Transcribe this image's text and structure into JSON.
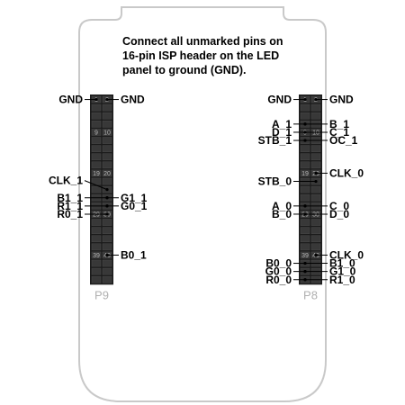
{
  "note": {
    "lines": [
      "Connect all unmarked pins on",
      "16-pin ISP header on the LED",
      "panel to ground (GND)."
    ]
  },
  "colors": {
    "board_outline": "#c9c9c9",
    "header_fill": "#1c1c1c",
    "pin_square": "#383838",
    "pin_number": "#b8b8b8",
    "header_label": "#b0b0b0",
    "label_text": "#000000"
  },
  "headers": [
    {
      "name": "P9",
      "pin_numbers": [
        [
          "1",
          "2"
        ],
        [
          "9",
          "10"
        ],
        [
          "19",
          "20"
        ],
        [
          "29",
          "30"
        ],
        [
          "39",
          "40"
        ]
      ],
      "labels": [
        {
          "text": "GND",
          "pin": 1,
          "side": "left"
        },
        {
          "text": "GND",
          "pin": 2,
          "side": "right"
        },
        {
          "text": "CLK_1",
          "pin": 24,
          "side": "left",
          "diagonal": true
        },
        {
          "text": "B1_1",
          "pin": 26,
          "side": "left"
        },
        {
          "text": "G1_1",
          "pin": 26,
          "side": "right"
        },
        {
          "text": "R1_1",
          "pin": 28,
          "side": "left"
        },
        {
          "text": "G0_1",
          "pin": 28,
          "side": "right"
        },
        {
          "text": "R0_1",
          "pin": 30,
          "side": "left"
        },
        {
          "text": "B0_1",
          "pin": 40,
          "side": "right"
        }
      ]
    },
    {
      "name": "P8",
      "pin_numbers": [
        [
          "1",
          "2"
        ],
        [
          "9",
          "10"
        ],
        [
          "19",
          "20"
        ],
        [
          "29",
          "30"
        ],
        [
          "39",
          "40"
        ]
      ],
      "labels": [
        {
          "text": "GND",
          "pin": 1,
          "side": "left"
        },
        {
          "text": "GND",
          "pin": 2,
          "side": "right"
        },
        {
          "text": "A_1",
          "pin": 7,
          "side": "left"
        },
        {
          "text": "B_1",
          "pin": 7,
          "side": "right"
        },
        {
          "text": "D_1",
          "pin": 9,
          "side": "left"
        },
        {
          "text": "C_1",
          "pin": 9,
          "side": "right"
        },
        {
          "text": "STB_1",
          "pin": 11,
          "side": "left"
        },
        {
          "text": "OC_1",
          "pin": 11,
          "side": "right"
        },
        {
          "text": "CLK_0",
          "pin": 20,
          "side": "right"
        },
        {
          "text": "STB_0",
          "pin": 22,
          "side": "left"
        },
        {
          "text": "A_0",
          "pin": 27,
          "side": "left"
        },
        {
          "text": "C_0",
          "pin": 27,
          "side": "right"
        },
        {
          "text": "B_0",
          "pin": 29,
          "side": "left"
        },
        {
          "text": "D_0",
          "pin": 29,
          "side": "right"
        },
        {
          "text": "CLK_0",
          "pin": 40,
          "side": "right"
        },
        {
          "text": "B0_0",
          "pin": 41,
          "side": "left"
        },
        {
          "text": "B1_0",
          "pin": 41,
          "side": "right"
        },
        {
          "text": "G0_0",
          "pin": 43,
          "side": "left"
        },
        {
          "text": "G1_0",
          "pin": 43,
          "side": "right"
        },
        {
          "text": "R0_0",
          "pin": 45,
          "side": "left"
        },
        {
          "text": "R1_0",
          "pin": 45,
          "side": "right"
        }
      ]
    }
  ]
}
